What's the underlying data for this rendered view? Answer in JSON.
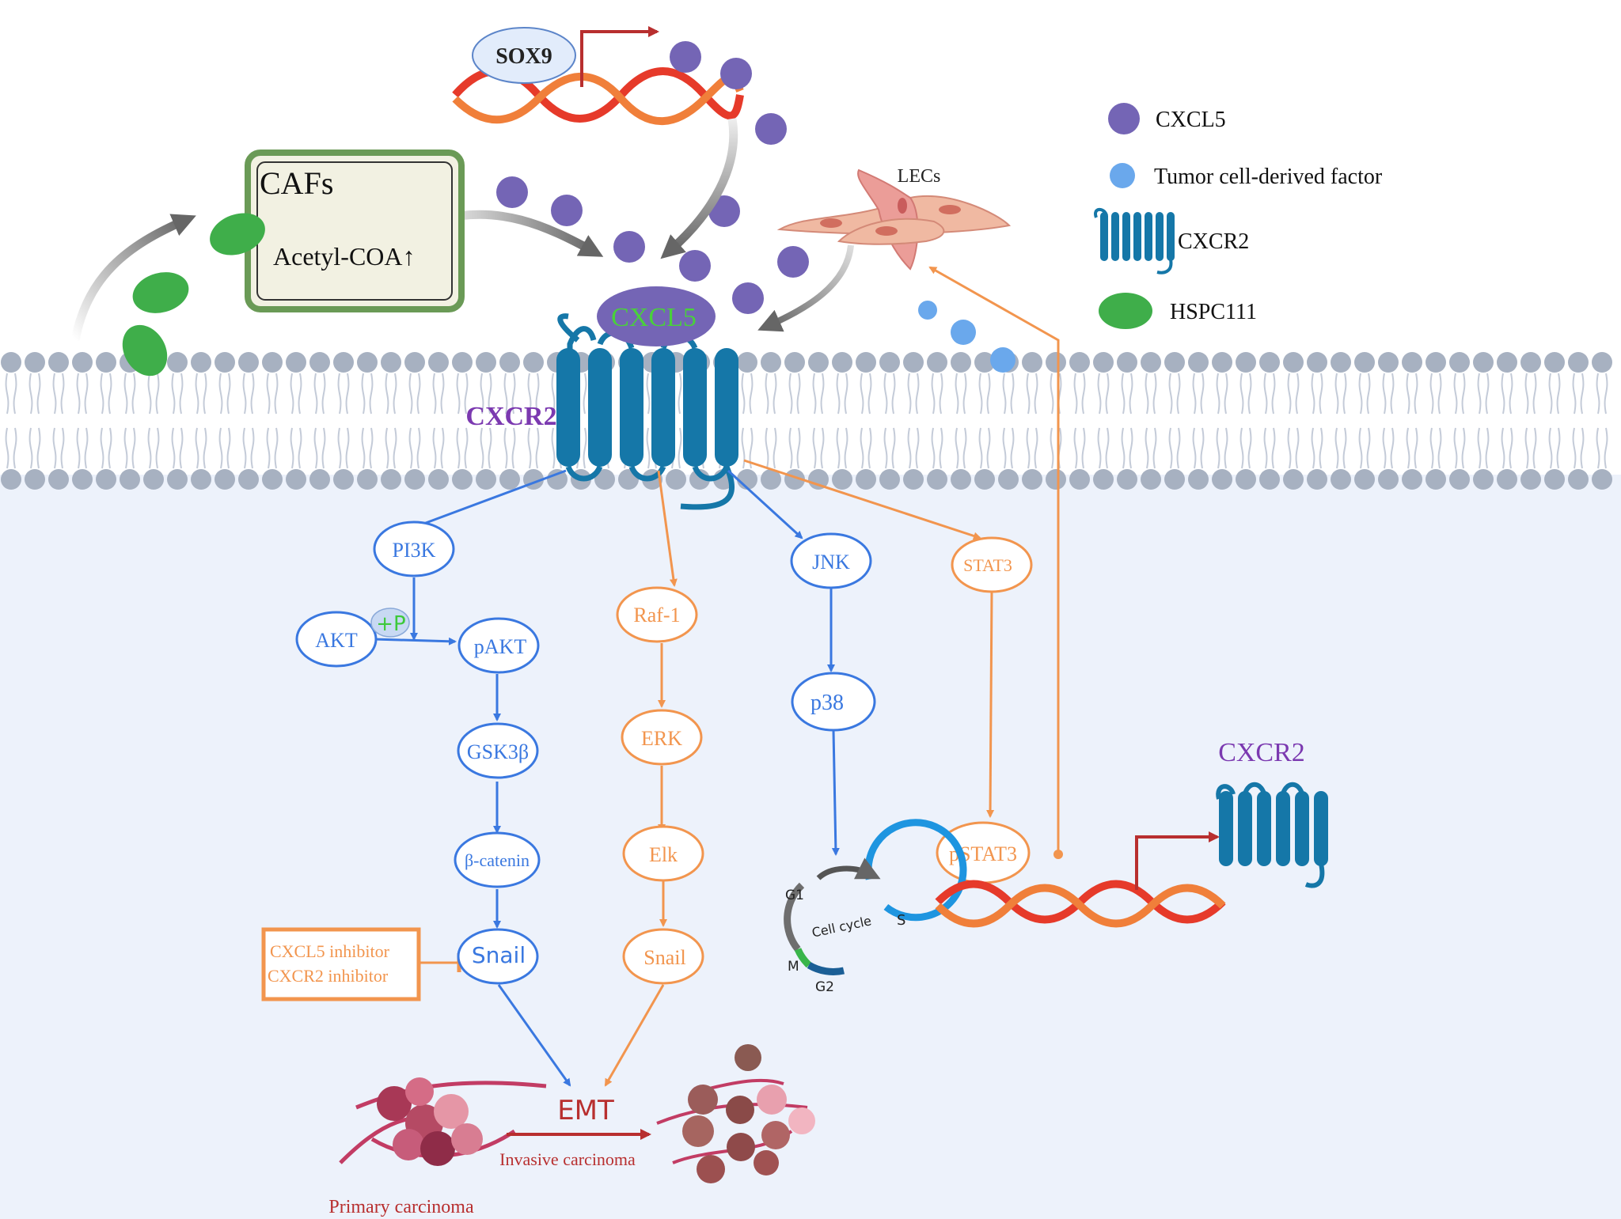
{
  "labels": {
    "sox9": "SOX9",
    "cafs_title": "CAFs",
    "cafs_body": "Acetyl-COA↑",
    "cxcl5_bound": "CXCL5",
    "cxcr2_membrane": "CXCR2",
    "lecs": "LECs",
    "cxcr2_expressed": "CXCR2",
    "plus_p": "+P",
    "inhibitor_1": "CXCL5 inhibitor",
    "inhibitor_2": "CXCR2 inhibitor",
    "emt": "EMT",
    "invasive": "Invasive carcinoma",
    "primary": "Primary carcinoma"
  },
  "legend": [
    {
      "label": "CXCL5",
      "icon": "purple-circle-icon"
    },
    {
      "label": "Tumor cell-derived factor",
      "icon": "blue-circle-icon"
    },
    {
      "label": "CXCR2",
      "icon": "receptor-icon"
    },
    {
      "label": "HSPC111",
      "icon": "green-ellipse-icon"
    }
  ],
  "pathway_nodes": {
    "pi3k": "PI3K",
    "akt": "AKT",
    "pakt": "pAKT",
    "gsk3b": "GSK3β",
    "bcatenin": "β-catenin",
    "snail_blue": "Snail",
    "raf1": "Raf-1",
    "erk": "ERK",
    "elk": "Elk",
    "snail_orange": "Snail",
    "jnk": "JNK",
    "p38": "p38",
    "stat3": "STAT3",
    "pstat3": "pSTAT3"
  },
  "cell_cycle": {
    "center": "Cell cycle",
    "g1": "G1",
    "s": "S",
    "g2": "G2",
    "m": "M"
  },
  "colors": {
    "blue_path": "#3a78e0",
    "orange_path": "#f2954e",
    "cxcl5": "#7465b5",
    "factor": "#6aa8ec",
    "receptor": "#1577a8",
    "hspc111": "#3fae4a",
    "membrane": "#a7b1c1",
    "cytoplasm": "#edf2fb",
    "emt_red": "#b82f2f",
    "cxcr2_purple": "#7b39b0"
  }
}
